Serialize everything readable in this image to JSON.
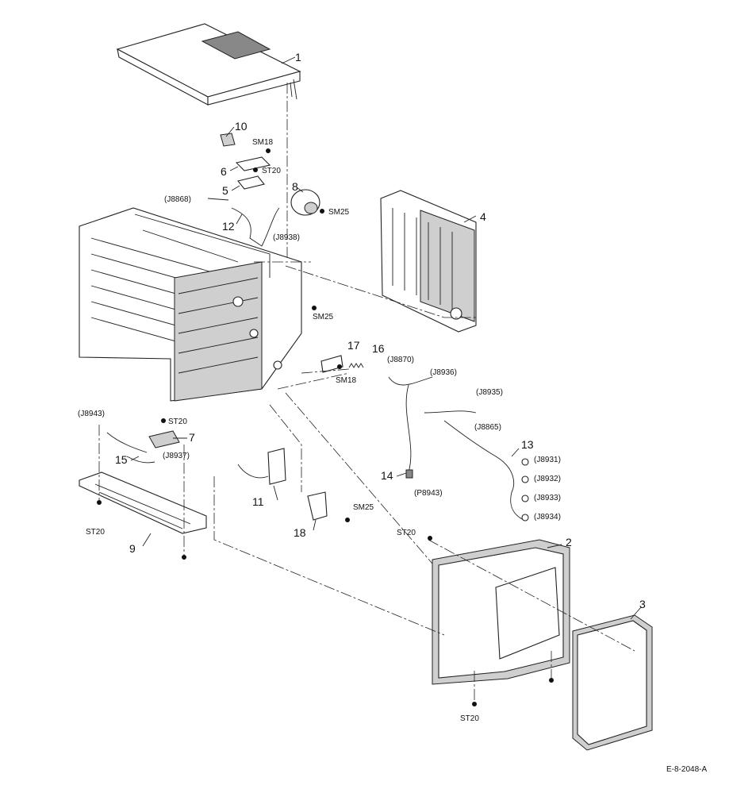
{
  "figure_code": "E-8-2048-A",
  "labels": {
    "p1": "1",
    "p2": "2",
    "p3": "3",
    "p4": "4",
    "p5": "5",
    "p6": "6",
    "p7": "7",
    "p8": "8",
    "p9": "9",
    "p10": "10",
    "p11": "11",
    "p12": "12",
    "p13": "13",
    "p14": "14",
    "p15": "15",
    "p16": "16",
    "p17": "17",
    "p18": "18",
    "sm18_a": "SM18",
    "st20_a": "ST20",
    "sm25_a": "SM25",
    "sm25_b": "SM25",
    "sm18_b": "SM18",
    "st20_b": "ST20",
    "st20_c": "ST20",
    "sm25_c": "SM25",
    "st20_d": "ST20",
    "st20_e": "ST20",
    "j8868": "(J8868)",
    "j8938": "(J8938)",
    "j8870": "(J8870)",
    "j8936": "(J8936)",
    "j8935": "(J8935)",
    "j8865": "(J8865)",
    "j8943": "(J8943)",
    "j8937": "(J8937)",
    "j8931": "(J8931)",
    "j8932": "(J8932)",
    "j8933": "(J8933)",
    "j8934": "(J8934)",
    "p8943": "(P8943)"
  }
}
